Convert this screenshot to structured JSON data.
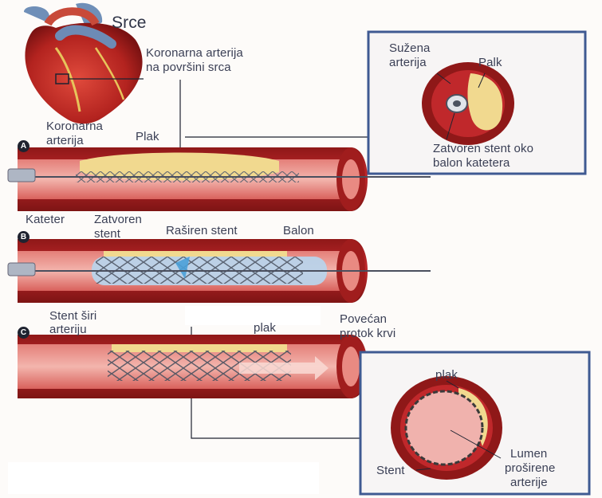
{
  "title": "Srce",
  "heart_label": [
    "Koronarna arterija",
    "na površini srca"
  ],
  "panel_a": {
    "marker": "A",
    "artery_label": [
      "Koronarna",
      "arterija"
    ],
    "plaque_label": "Plak",
    "catheter_label": "Kateter",
    "closed_stent_label": [
      "Zatvoren",
      "stent"
    ]
  },
  "panel_b": {
    "marker": "B",
    "expanded_stent_label": "Raširen stent",
    "balloon_label": "Balon"
  },
  "panel_c": {
    "marker": "C",
    "stent_widens_label": [
      "Stent širi",
      "arteriju"
    ],
    "plaque_label": "plak",
    "flow_label": [
      "Povećan",
      "protok krvi"
    ]
  },
  "inset_top": {
    "narrowed_label": [
      "Sužena",
      "arterija"
    ],
    "plaque_label": "Palk",
    "stent_label": [
      "Zatvoren stent oko",
      "balon katetera"
    ]
  },
  "inset_bottom": {
    "plaque_label": "plak",
    "stent_label": "Stent",
    "lumen_label": [
      "Lumen",
      "proširene",
      "arterije"
    ]
  },
  "colors": {
    "artery_dark": "#8f1818",
    "artery_mid": "#c0282b",
    "artery_light": "#e0605a",
    "plaque": "#f1d98f",
    "inset_border": "#3f5a92",
    "stent": "#6b7280",
    "balloon": "#b9d3ea"
  }
}
